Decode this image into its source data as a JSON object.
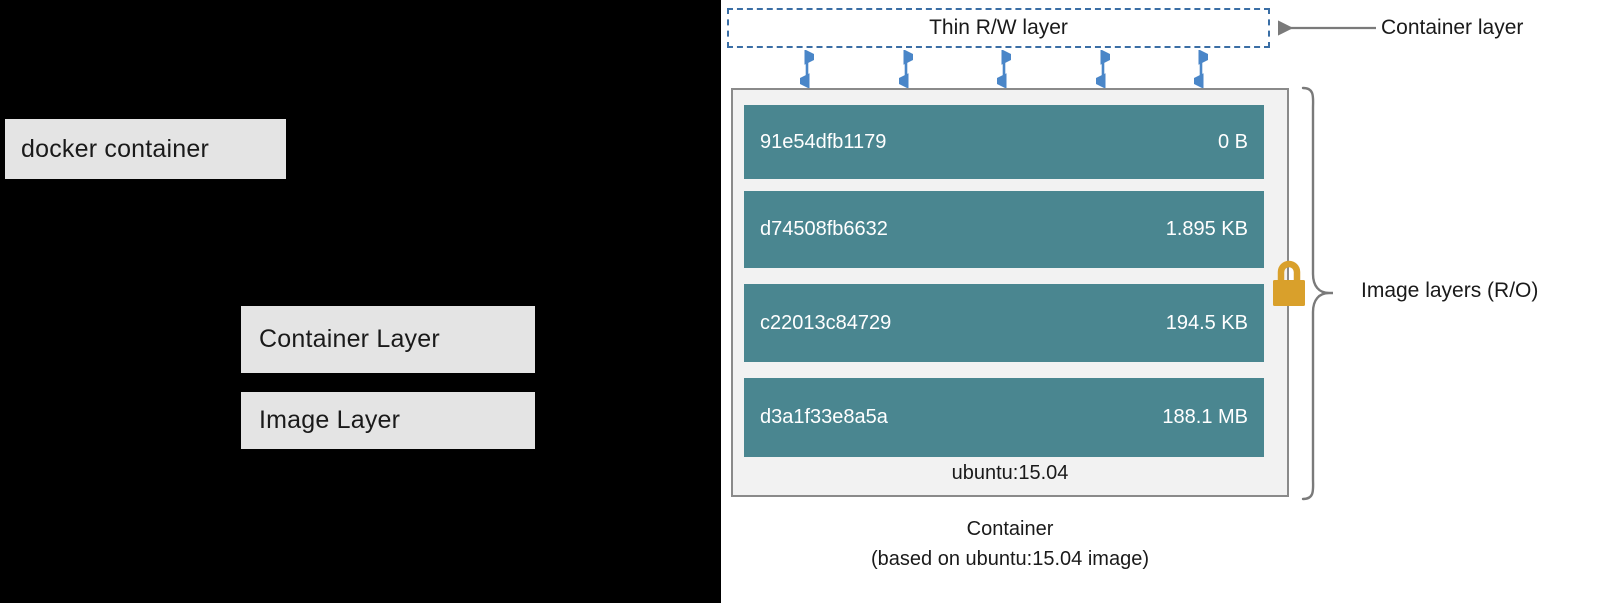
{
  "left_panel": {
    "background_color": "#000000",
    "labels": [
      {
        "id": "docker-container",
        "text": "docker container"
      },
      {
        "id": "container-layer",
        "text": "Container Layer"
      },
      {
        "id": "image-layer",
        "text": "Image Layer"
      }
    ]
  },
  "diagram": {
    "thin_rw_layer": {
      "text": "Thin R/W layer",
      "border_color": "#3a6ea5",
      "style": "dashed"
    },
    "callouts": {
      "container_layer": "Container layer",
      "image_layers": "Image layers (R/O)"
    },
    "arrow_color": "#4a86c8",
    "arrow_count": 5,
    "layers": [
      {
        "id": "91e54dfb1179",
        "size": "0 B"
      },
      {
        "id": "d74508fb6632",
        "size": "1.895 KB"
      },
      {
        "id": "c22013c84729",
        "size": "194.5 KB"
      },
      {
        "id": "d3a1f33e8a5a",
        "size": "188.1 MB"
      }
    ],
    "layer_color": "#4a8690",
    "panel_background": "#f2f2f2",
    "panel_border_color": "#8a8a8a",
    "image_tag": "ubuntu:15.04",
    "lock": {
      "icon": "lock-icon",
      "color": "#d9a02b"
    },
    "caption": {
      "line1": "Container",
      "line2": "(based on ubuntu:15.04 image)"
    }
  }
}
